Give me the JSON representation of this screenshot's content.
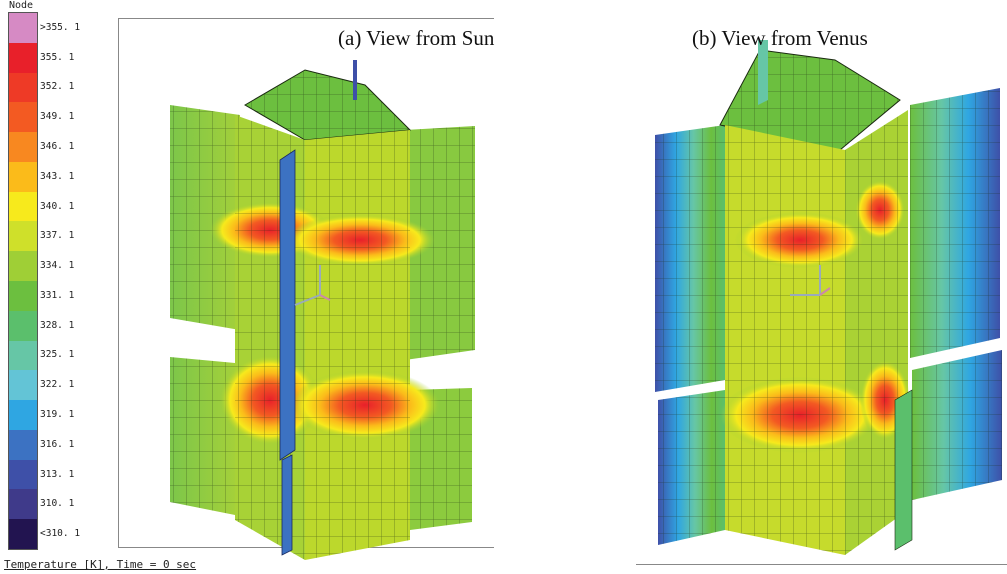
{
  "legend": {
    "title": "Node",
    "entries": [
      {
        "label": ">355. 1",
        "color": "#d68ac4"
      },
      {
        "label": "355. 1",
        "color": "#e8202a"
      },
      {
        "label": "352. 1",
        "color": "#ee3a26"
      },
      {
        "label": "349. 1",
        "color": "#f35a22"
      },
      {
        "label": "346. 1",
        "color": "#f88820"
      },
      {
        "label": "343. 1",
        "color": "#fbbb1a"
      },
      {
        "label": "340. 1",
        "color": "#f7ea1c"
      },
      {
        "label": "337. 1",
        "color": "#cfe02a"
      },
      {
        "label": "334. 1",
        "color": "#9fcf36"
      },
      {
        "label": "331. 1",
        "color": "#6cbf3f"
      },
      {
        "label": "328. 1",
        "color": "#5bbf6c"
      },
      {
        "label": "325. 1",
        "color": "#66c6a6"
      },
      {
        "label": "322. 1",
        "color": "#63c4d6"
      },
      {
        "label": "319. 1",
        "color": "#2fa6e2"
      },
      {
        "label": "316. 1",
        "color": "#3c72c2"
      },
      {
        "label": "313. 1",
        "color": "#3e50a8"
      },
      {
        "label": "310. 1",
        "color": "#3f3a8a"
      },
      {
        "label": "<310. 1",
        "color": "#221450"
      }
    ]
  },
  "captions": {
    "a": "(a)   View from Sun",
    "b": "(b)   View from Venus"
  },
  "footer": "Temperature [K],  Time = 0 sec"
}
